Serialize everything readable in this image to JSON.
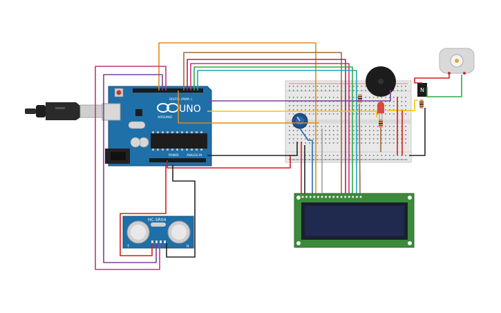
{
  "arduino": {
    "logo_text": "UNO",
    "brand_text": "ARDUINO",
    "power_label": "POWER",
    "analog_label": "ANALOG IN",
    "digital_label": "DIGITAL (PWM~)"
  },
  "sensor": {
    "label": "HC-SR04",
    "pin_left": "T",
    "pin_right": "R"
  },
  "transistor": {
    "label": "N"
  },
  "colors": {
    "board_blue": "#1f6fa8",
    "breadboard": "#e8e8e8",
    "lcd_green": "#3c8a3a",
    "lcd_screen": "#1f2a4e",
    "wire_red": "#d7191c",
    "wire_black": "#222222",
    "wire_orange": "#e08a18",
    "wire_purple": "#7b3fa0",
    "wire_yellow": "#f2c500",
    "wire_brown": "#9b6a3c",
    "wire_pink": "#c2347a",
    "wire_green": "#2ea84a",
    "wire_cyan": "#1aa6b7"
  }
}
